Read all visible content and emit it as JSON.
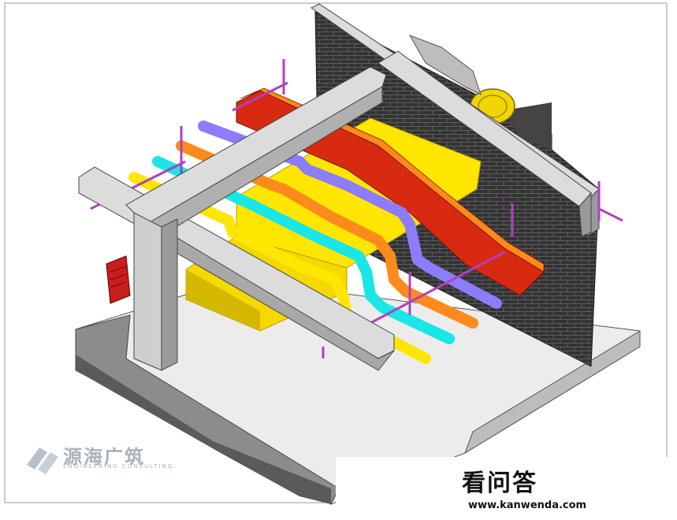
{
  "image": {
    "kind": "3D BIM rendering of building services pipes and ducts under concrete beams"
  },
  "pipes": [
    {
      "name": "yellow-pipe",
      "color": "#ffe600"
    },
    {
      "name": "cyan-pipe",
      "color": "#19e6e6"
    },
    {
      "name": "orange-pipe",
      "color": "#ff8a1c"
    },
    {
      "name": "blue-pipe",
      "color": "#8c7cff"
    },
    {
      "name": "red-duct",
      "color": "#d82a10"
    }
  ],
  "colors": {
    "concrete": "#dcdcdc",
    "concrete_dark": "#8a8a8a",
    "wall": "#2e2e2e",
    "hanger": "#b040c0",
    "yellow_duct": "#ffe600",
    "fan": "#f2d400"
  },
  "watermark": {
    "cn": "源海广筑",
    "en": "ENGINEERING CONSULTING"
  },
  "badge": {
    "name": "看问答",
    "url": "www.kanwenda.com"
  }
}
